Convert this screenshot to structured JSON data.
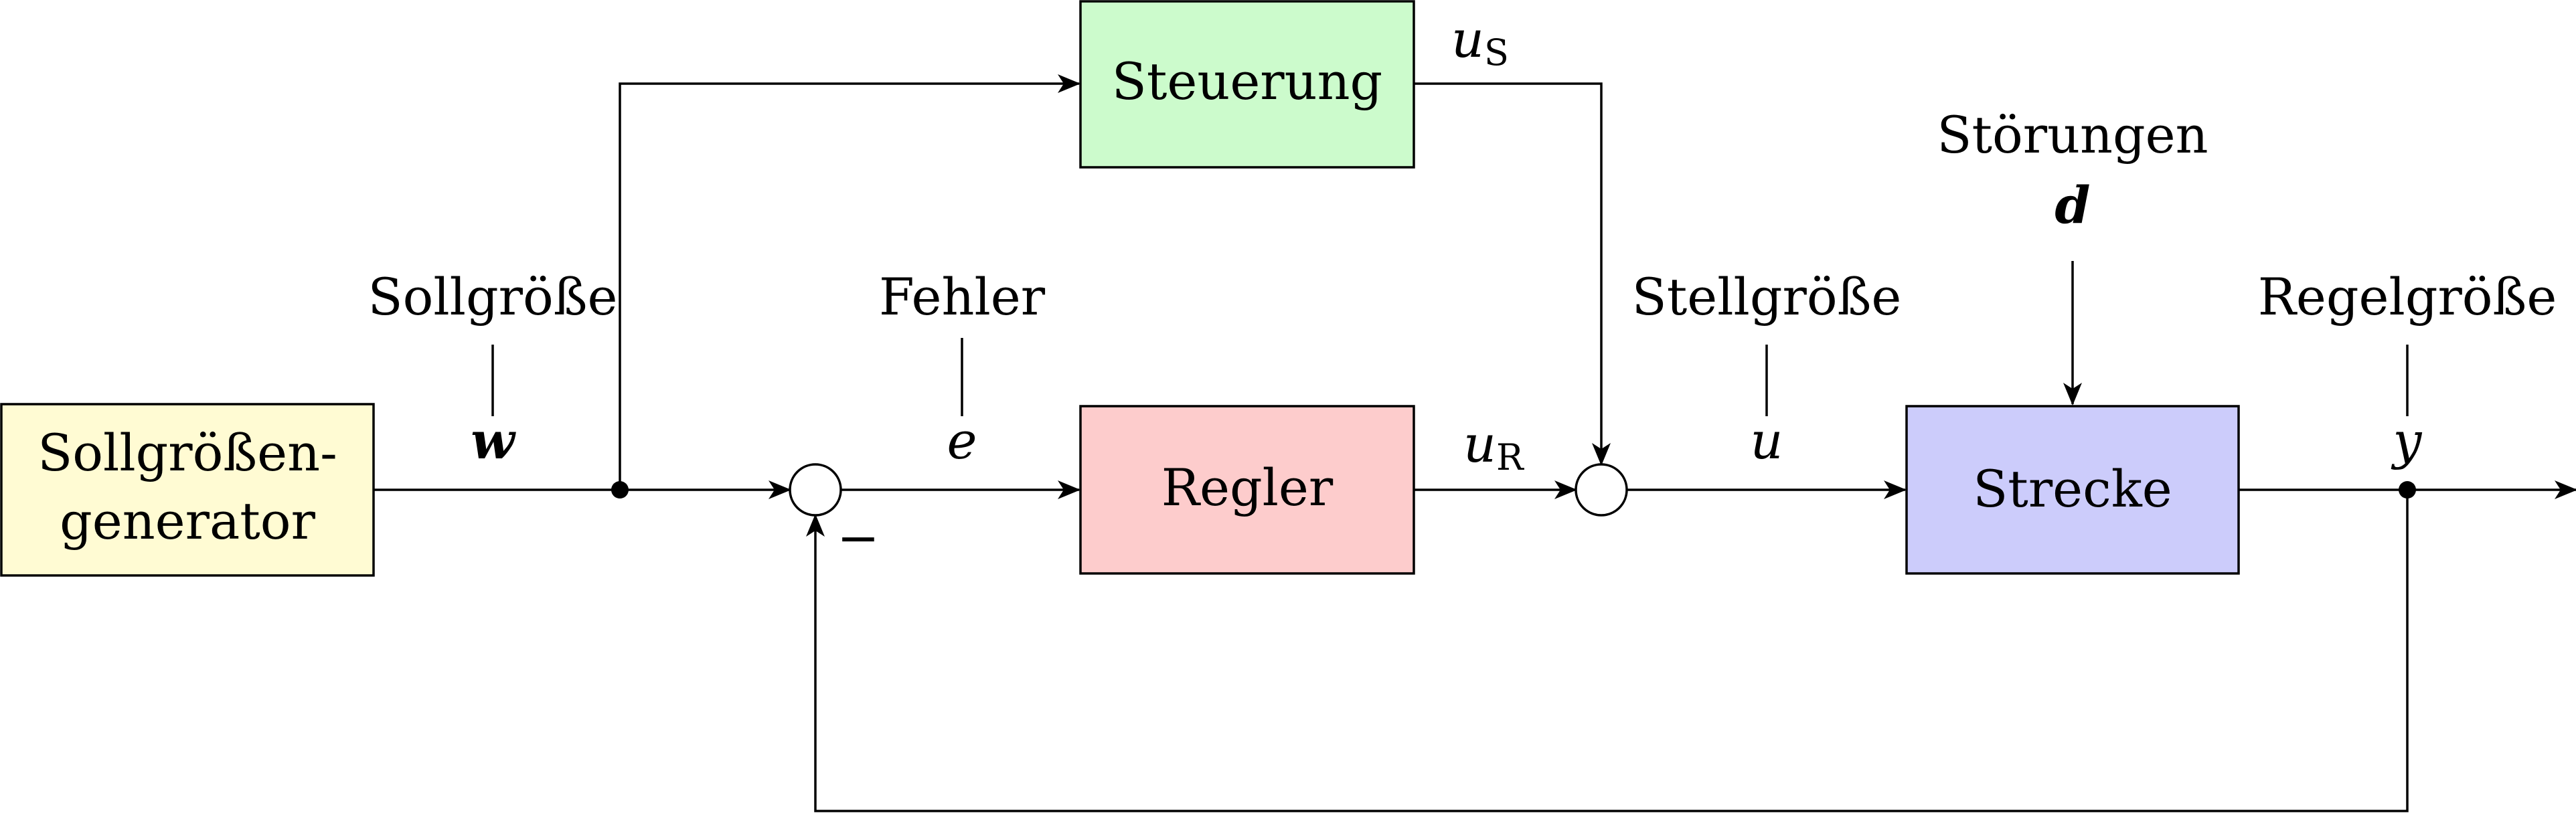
{
  "colors": {
    "generator": "#fffbd3",
    "steuerung": "#ccfbcc",
    "regler": "#fdcccc",
    "strecke": "#ccccfb",
    "line": "#000000"
  },
  "blocks": {
    "generator_line1": "Sollgrößen-",
    "generator_line2": "generator",
    "steuerung": "Steuerung",
    "regler": "Regler",
    "strecke": "Strecke"
  },
  "signals": {
    "sollgroesse_label": "Sollgröße",
    "sollgroesse_symbol": "w",
    "fehler_label": "Fehler",
    "fehler_symbol": "e",
    "stellgroesse_label": "Stellgröße",
    "stellgroesse_symbol": "u",
    "regelgroesse_label": "Regelgröße",
    "regelgroesse_symbol": "y",
    "stoerungen_label": "Störungen",
    "stoerungen_symbol": "d",
    "us_main": "u",
    "us_sub": "S",
    "ur_main": "u",
    "ur_sub": "R",
    "minus_sign": "−"
  }
}
